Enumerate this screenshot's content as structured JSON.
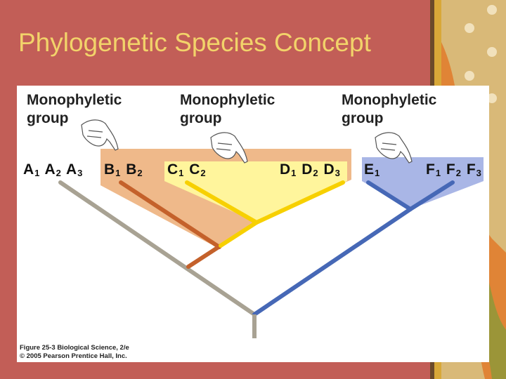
{
  "slide": {
    "title": "Phylogenetic Species Concept"
  },
  "figure": {
    "groups": [
      {
        "label": "Monophyletic group",
        "line1": "Monophyletic",
        "line2": "group",
        "color": "#efb98a"
      },
      {
        "label": "Monophyletic group",
        "line1": "Monophyletic",
        "line2": "group",
        "color": "#fff59c"
      },
      {
        "label": "Monophyletic group",
        "line1": "Monophyletic",
        "line2": "group",
        "color": "#a9b6e6"
      }
    ],
    "taxa": {
      "A": [
        {
          "base": "A",
          "sub": "1"
        },
        {
          "base": "A",
          "sub": "2"
        },
        {
          "base": "A",
          "sub": "3"
        }
      ],
      "B": [
        {
          "base": "B",
          "sub": "1"
        },
        {
          "base": "B",
          "sub": "2"
        }
      ],
      "C": [
        {
          "base": "C",
          "sub": "1"
        },
        {
          "base": "C",
          "sub": "2"
        }
      ],
      "D": [
        {
          "base": "D",
          "sub": "1"
        },
        {
          "base": "D",
          "sub": "2"
        },
        {
          "base": "D",
          "sub": "3"
        }
      ],
      "E": [
        {
          "base": "E",
          "sub": "1"
        }
      ],
      "F": [
        {
          "base": "F",
          "sub": "1"
        },
        {
          "base": "F",
          "sub": "2"
        },
        {
          "base": "F",
          "sub": "3"
        }
      ]
    },
    "branch_colors": {
      "A": "#a8a293",
      "B": "#c4612b",
      "CD": "#f7d000",
      "EF": "#4668b6",
      "root": "#a8a293"
    },
    "caption_line1": "Figure 25-3  Biological Science, 2/e",
    "caption_line2": "© 2005 Pearson Prentice Hall, Inc."
  }
}
